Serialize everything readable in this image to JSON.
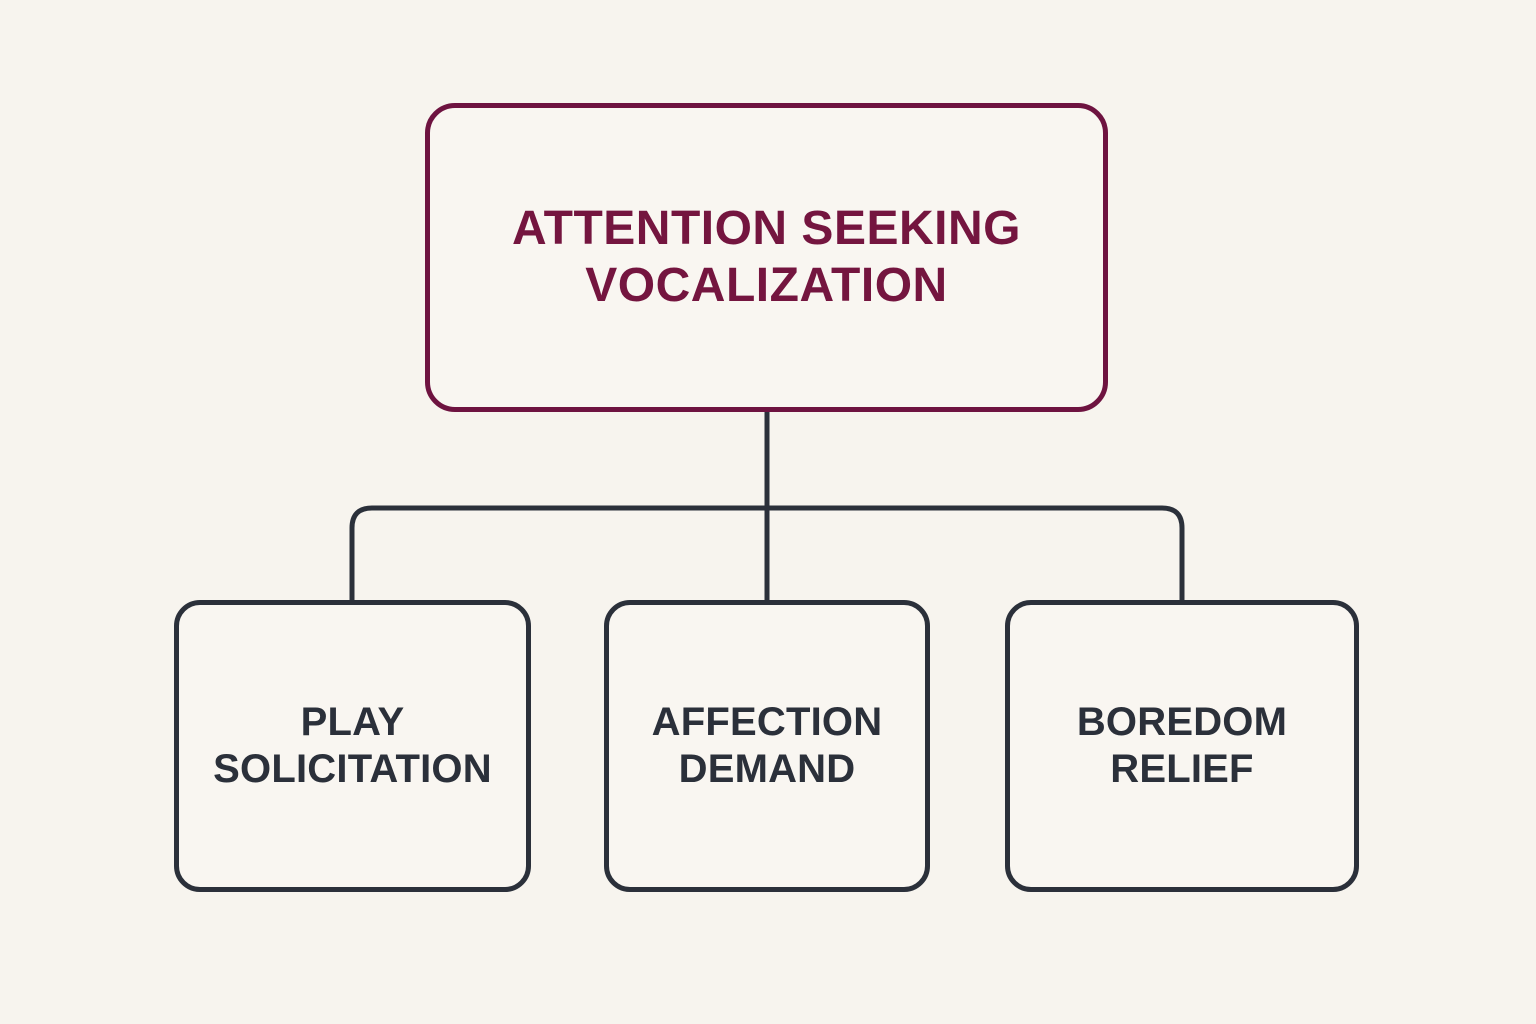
{
  "diagram": {
    "type": "hierarchy-tree",
    "background_color": "#f7f4ee",
    "root": {
      "label": "ATTENTION SEEKING\nVOCALIZATION",
      "line1": "ATTENTION SEEKING",
      "line2": "VOCALIZATION",
      "text_color": "#74153f",
      "border_color": "#6e1340",
      "fill_color": "#f9f6f1"
    },
    "children": [
      {
        "label": "PLAY\nSOLICITATION",
        "line1": "PLAY",
        "line2": "SOLICITATION",
        "text_color": "#2b303a",
        "border_color": "#2b303a",
        "fill_color": "#f9f6f1"
      },
      {
        "label": "AFFECTION\nDEMAND",
        "line1": "AFFECTION",
        "line2": "DEMAND",
        "text_color": "#2b303a",
        "border_color": "#2b303a",
        "fill_color": "#f9f6f1"
      },
      {
        "label": "BOREDOM\nRELIEF",
        "line1": "BOREDOM",
        "line2": "RELIEF",
        "text_color": "#2b303a",
        "border_color": "#2b303a",
        "fill_color": "#f9f6f1"
      }
    ],
    "connectors": {
      "color": "#2b303a",
      "stroke_width": 5,
      "style": "orthogonal-rounded"
    }
  }
}
